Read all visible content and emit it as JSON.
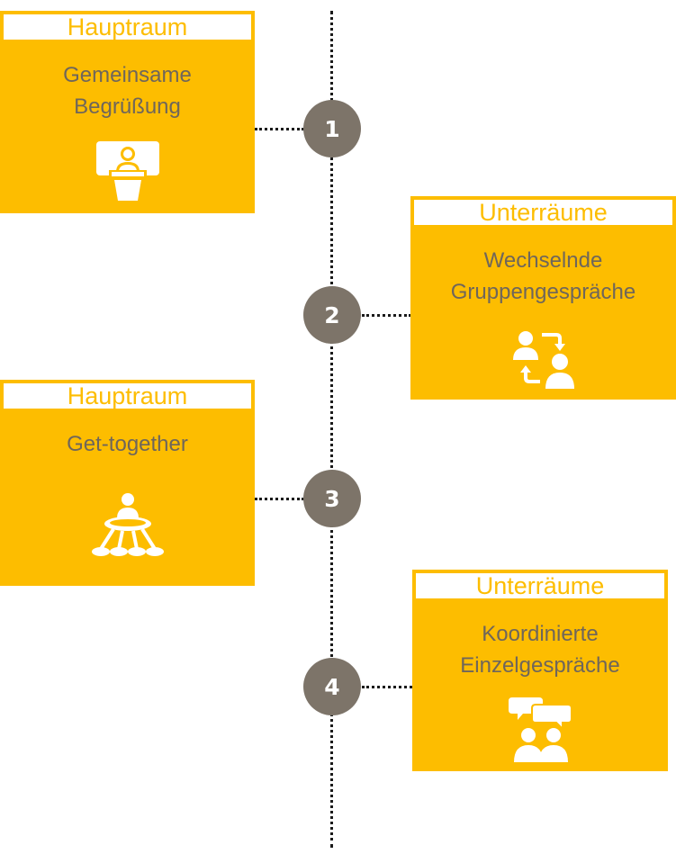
{
  "cards": [
    {
      "header": "Hauptraum",
      "title": "Gemeinsame\nBegrüßung",
      "icon": "podium-speaker-icon"
    },
    {
      "header": "Unterräume",
      "title": "Wechselnde\nGruppengespräche",
      "icon": "people-exchange-icon"
    },
    {
      "header": "Hauptraum",
      "title": "Get-together",
      "icon": "round-table-meeting-icon"
    },
    {
      "header": "Unterräume",
      "title": "Koordinierte\nEinzelgespräche",
      "icon": "chat-people-icon"
    }
  ],
  "steps": [
    "1",
    "2",
    "3",
    "4"
  ],
  "colors": {
    "card": "#fdbd00",
    "step": "#7d7469",
    "title_text": "#6f665b",
    "line": "#1a1a1a"
  }
}
